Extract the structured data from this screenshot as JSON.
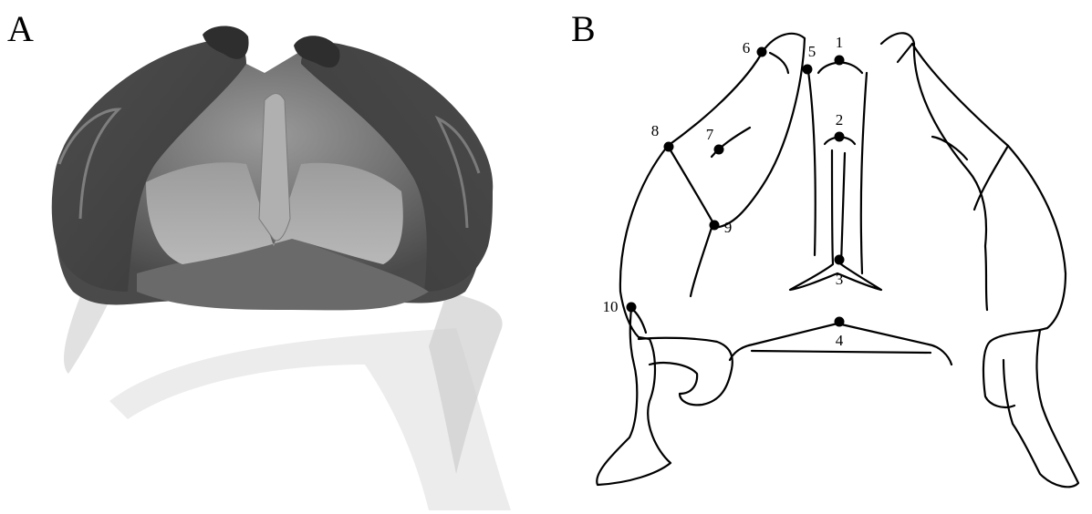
{
  "panels": {
    "a": {
      "letter": "A"
    },
    "b": {
      "letter": "B"
    }
  },
  "landmarks": [
    {
      "id": "lm-1",
      "label": "1"
    },
    {
      "id": "lm-2",
      "label": "2"
    },
    {
      "id": "lm-3",
      "label": "3"
    },
    {
      "id": "lm-4",
      "label": "4"
    },
    {
      "id": "lm-5",
      "label": "5"
    },
    {
      "id": "lm-6",
      "label": "6"
    },
    {
      "id": "lm-7",
      "label": "7"
    },
    {
      "id": "lm-8",
      "label": "8"
    },
    {
      "id": "lm-9",
      "label": "9"
    },
    {
      "id": "lm-10",
      "label": "10"
    }
  ],
  "colors": {
    "ink": "#000000",
    "specimen_dark": "#3a3a3a",
    "specimen_mid": "#8a8a8a",
    "specimen_light": "#cfcfcf"
  }
}
